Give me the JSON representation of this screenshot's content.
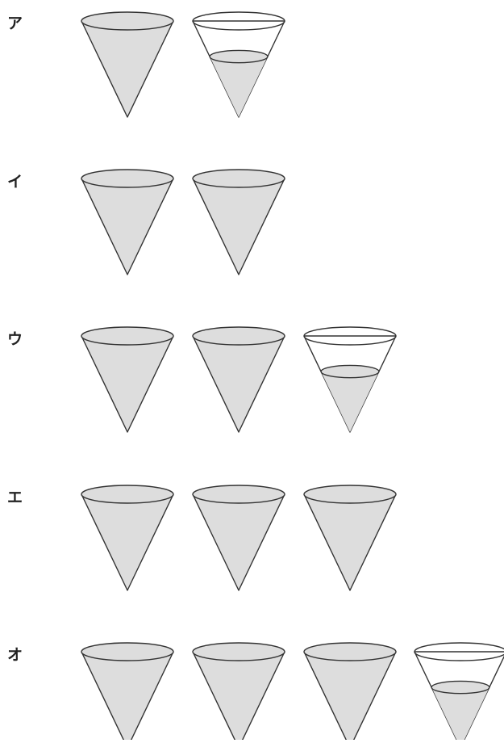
{
  "colors": {
    "fill": "#dddddd",
    "stroke": "#333333",
    "empty": "#ffffff"
  },
  "options": [
    {
      "label": "ア",
      "cups": [
        1,
        0.3
      ]
    },
    {
      "label": "イ",
      "cups": [
        1,
        1
      ]
    },
    {
      "label": "ウ",
      "cups": [
        1,
        1,
        0.3
      ]
    },
    {
      "label": "エ",
      "cups": [
        1,
        1,
        1
      ]
    },
    {
      "label": "オ",
      "cups": [
        1,
        1,
        1,
        0.3
      ]
    }
  ]
}
